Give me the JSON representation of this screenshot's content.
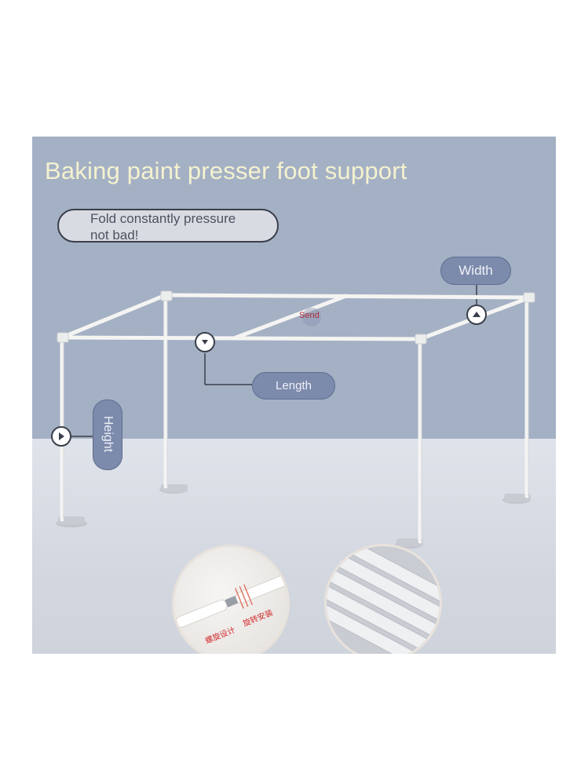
{
  "title": "Baking paint presser foot support",
  "note": {
    "line1": "Fold constantly pressure",
    "line2": "not bad!"
  },
  "labels": {
    "width": "Width",
    "length": "Length",
    "height": "Height",
    "send": "Send"
  },
  "inset_caption": {
    "left": "螺旋设计",
    "right": "旋转安装"
  },
  "colors": {
    "wall": "#a4b0c4",
    "floor": "#d3d7df",
    "title": "#f4f2cf",
    "pill": "#7c8aac",
    "frame": "#f4f4f2"
  }
}
